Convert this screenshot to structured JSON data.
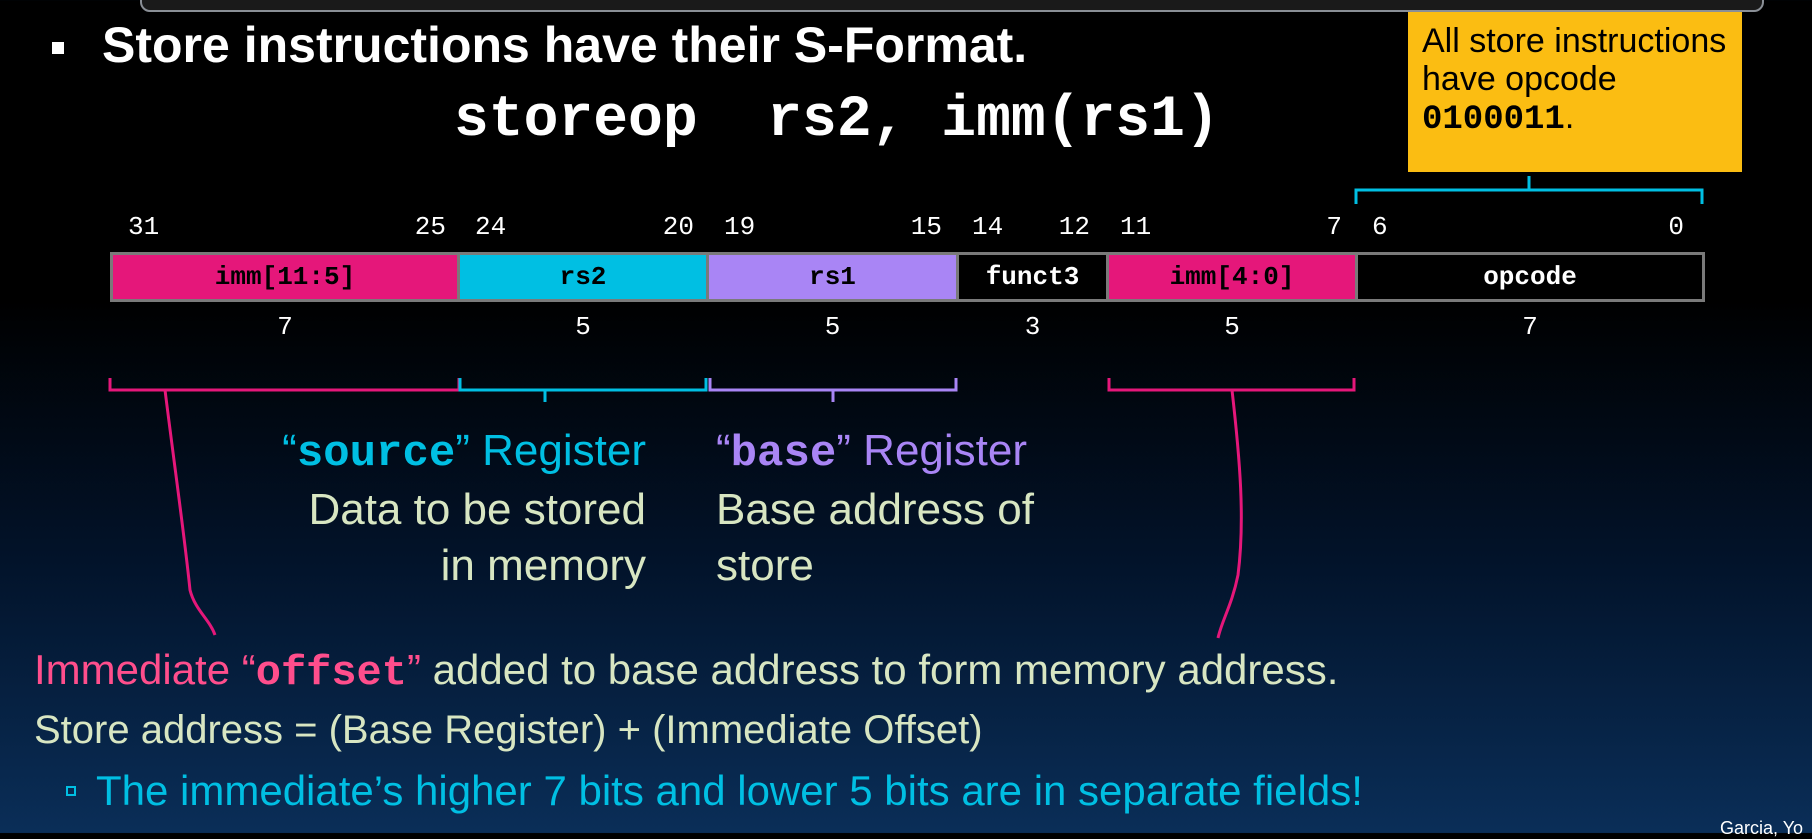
{
  "slide": {
    "title": "Store instructions have their S-Format.",
    "syntax": "storeop  rs2, imm(rs1)",
    "callout": {
      "line1": "All store instructions",
      "line2": "have opcode",
      "opcode_value": "0100011",
      "period": "."
    },
    "fields": [
      {
        "label": "imm[11:5]",
        "hi_bit": "31",
        "lo_bit": "25",
        "width": "7",
        "color": "#e5177a"
      },
      {
        "label": "rs2",
        "hi_bit": "24",
        "lo_bit": "20",
        "width": "5",
        "color": "#00bfe3"
      },
      {
        "label": "rs1",
        "hi_bit": "19",
        "lo_bit": "15",
        "width": "5",
        "color": "#a985f5"
      },
      {
        "label": "funct3",
        "hi_bit": "14",
        "lo_bit": "12",
        "width": "3",
        "color": "#000000"
      },
      {
        "label": "imm[4:0]",
        "hi_bit": "11",
        "lo_bit": "7",
        "width": "5",
        "color": "#e5177a"
      },
      {
        "label": "opcode",
        "hi_bit": "6",
        "lo_bit": "0",
        "width": "7",
        "color": "#000000"
      }
    ],
    "source_register": {
      "quote_open": "“",
      "mono": "source",
      "quote_close": "”",
      "word": "Register",
      "line2": "Data to be stored",
      "line3": "in memory"
    },
    "base_register": {
      "quote_open": "“",
      "mono": "base",
      "quote_close": "”",
      "word": "Register",
      "line2": "Base address of",
      "line3": "store"
    },
    "immediate_line": {
      "prefix": "Immediate “",
      "mono": "offset",
      "suffix_quote": "”",
      "rest": "added to base address to form memory address."
    },
    "store_address_line": "Store address = (Base Register) + (Immediate Offset)",
    "sub_bullet": "The immediate’s higher 7 bits and lower 5 bits are in separate fields!",
    "footer": "Garcia, Yo",
    "colors": {
      "pink": "#e5177a",
      "cyan": "#00bfe3",
      "purple": "#a985f5",
      "callout": "#fbbd12",
      "light_text": "#d8e6c2",
      "salmon": "#ff4e8c"
    }
  }
}
